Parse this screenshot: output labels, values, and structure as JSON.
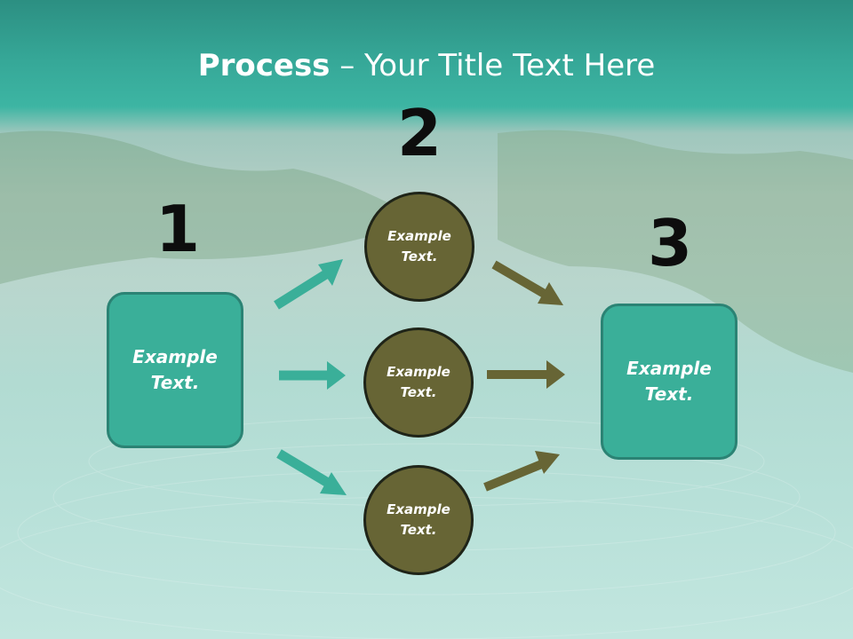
{
  "title": {
    "bold": "Process",
    "rest": " – Your Title Text Here"
  },
  "steps": {
    "one": "1",
    "two": "2",
    "three": "3"
  },
  "left_box": {
    "line1": "Example",
    "line2": "Text."
  },
  "right_box": {
    "line1": "Example",
    "line2": "Text."
  },
  "circles": [
    {
      "line1": "Example",
      "line2": "Text."
    },
    {
      "line1": "Example",
      "line2": "Text."
    },
    {
      "line1": "Example",
      "line2": "Text."
    }
  ],
  "colors": {
    "teal_box": "#3aaf99",
    "olive_circle": "#676535",
    "teal_arrow": "#3aaf99",
    "olive_arrow": "#676535"
  }
}
